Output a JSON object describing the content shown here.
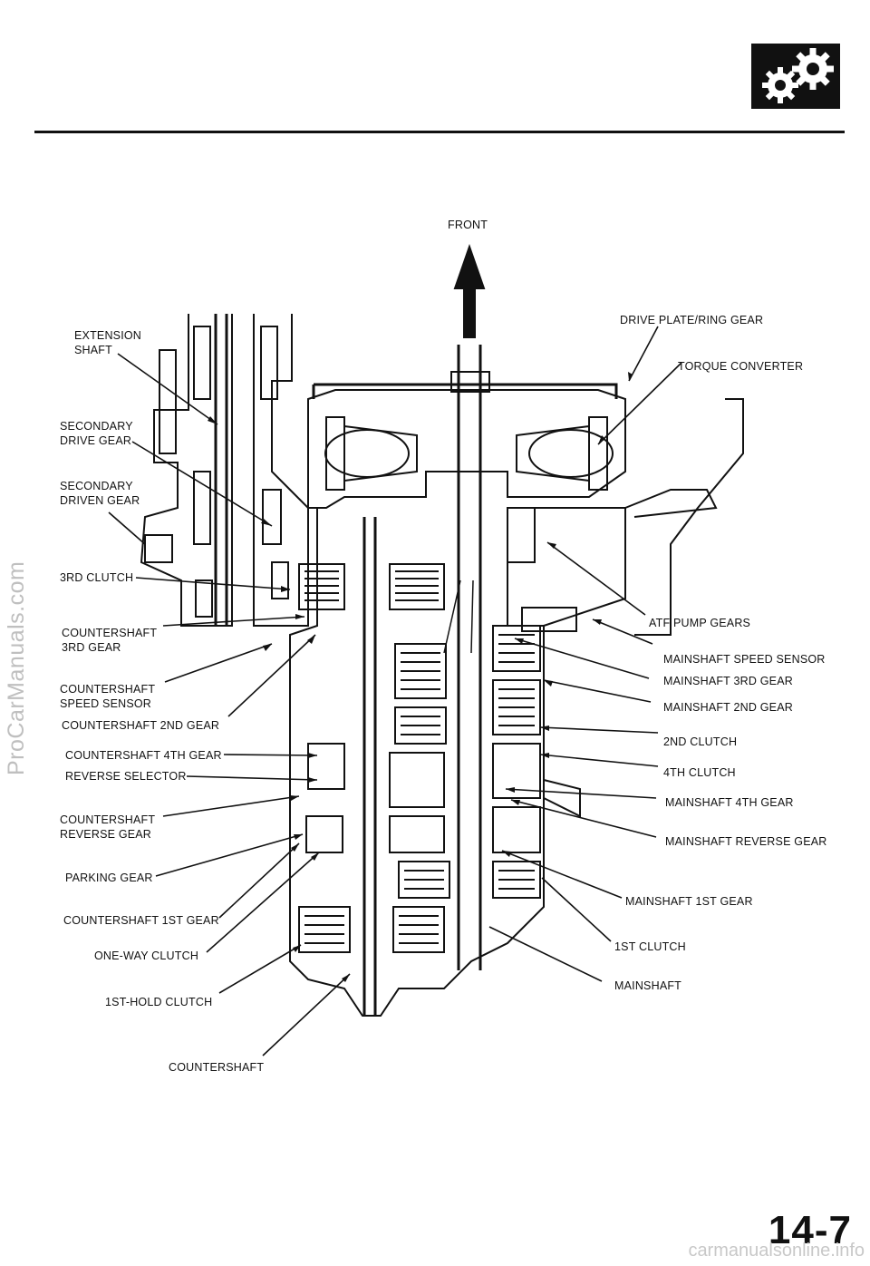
{
  "page": {
    "page_number": "14-7",
    "watermark_side": "ProCarManuals.com",
    "watermark_bottom": "carmanualsonline.info",
    "header_icon": "gears-icon"
  },
  "diagram": {
    "orientation_label": "FRONT",
    "labels_left": {
      "extension_shaft": [
        "EXTENSION",
        "SHAFT"
      ],
      "secondary_drive_gear": [
        "SECONDARY",
        "DRIVE GEAR"
      ],
      "secondary_driven_gear": [
        "SECONDARY",
        "DRIVEN GEAR"
      ],
      "third_clutch": "3RD CLUTCH",
      "countershaft_3rd_gear": [
        "COUNTERSHAFT",
        "3RD GEAR"
      ],
      "countershaft_speed_sensor": [
        "COUNTERSHAFT",
        "SPEED SENSOR"
      ],
      "countershaft_2nd_gear": "COUNTERSHAFT 2ND GEAR",
      "countershaft_4th_gear": "COUNTERSHAFT 4TH GEAR",
      "reverse_selector": "REVERSE SELECTOR",
      "countershaft_reverse_gear": [
        "COUNTERSHAFT",
        "REVERSE GEAR"
      ],
      "parking_gear": "PARKING GEAR",
      "countershaft_1st_gear": "COUNTERSHAFT 1ST GEAR",
      "one_way_clutch": "ONE-WAY CLUTCH",
      "first_hold_clutch": "1ST-HOLD CLUTCH",
      "countershaft": "COUNTERSHAFT"
    },
    "labels_right": {
      "drive_plate_ring_gear": "DRIVE PLATE/RING GEAR",
      "torque_converter": "TORQUE CONVERTER",
      "atf_pump_gears": "ATF PUMP GEARS",
      "mainshaft_speed_sensor": "MAINSHAFT SPEED SENSOR",
      "mainshaft_3rd_gear": "MAINSHAFT 3RD GEAR",
      "mainshaft_2nd_gear": "MAINSHAFT 2ND GEAR",
      "second_clutch": "2ND CLUTCH",
      "fourth_clutch": "4TH CLUTCH",
      "mainshaft_4th_gear": "MAINSHAFT 4TH GEAR",
      "mainshaft_reverse_gear": "MAINSHAFT REVERSE GEAR",
      "mainshaft_1st_gear": "MAINSHAFT 1ST GEAR",
      "first_clutch": "1ST CLUTCH",
      "mainshaft": "MAINSHAFT"
    }
  }
}
